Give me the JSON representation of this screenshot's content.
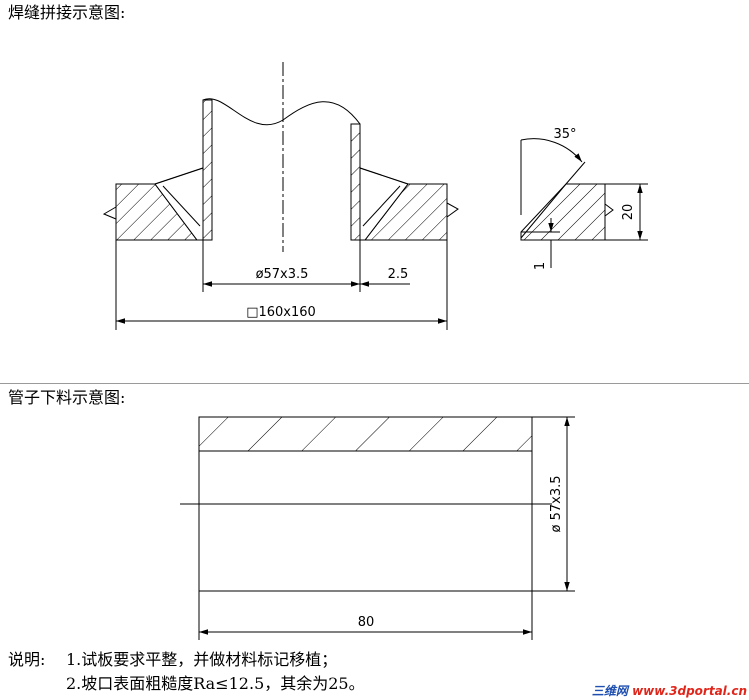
{
  "sections": {
    "weld_title": "焊缝拼接示意图:",
    "pipe_title": "管子下料示意图:"
  },
  "weld_dims": {
    "pipe_diameter": "ø57x3.5",
    "plate_gap": "2.5",
    "plate_size": "□160x160",
    "bevel_angle": "35°",
    "plate_thickness": "20",
    "root_face": "1"
  },
  "pipe_dims": {
    "diameter": "ø 57x3.5",
    "length": "80"
  },
  "notes": {
    "label": "说明:",
    "items": [
      "1.试板要求平整，并做材料标记移植；",
      "2.坡口表面粗糙度Ra≤12.5，其余为25。"
    ]
  },
  "watermark": {
    "cn": "三维网",
    "url": "www.3dportal.cn",
    "cn_color": "#1f4fb0",
    "url_color": "#e0261b"
  }
}
